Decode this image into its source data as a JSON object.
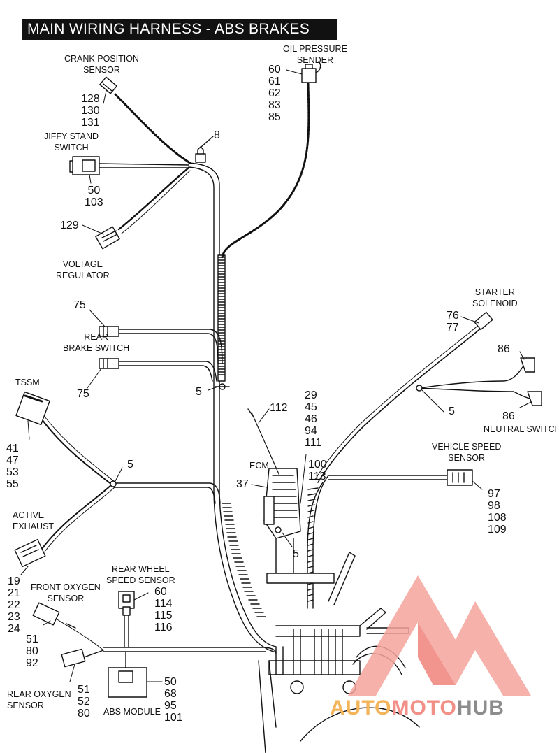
{
  "title": "MAIN WIRING HARNESS - ABS BRAKES",
  "labels": {
    "crank_position_sensor": [
      "CRANK POSITION",
      "SENSOR"
    ],
    "oil_pressure_sender": [
      "OIL PRESSURE",
      "SENDER"
    ],
    "jiffy_stand_switch": [
      "JIFFY STAND",
      "SWITCH"
    ],
    "voltage_regulator": [
      "VOLTAGE",
      "REGULATOR"
    ],
    "rear_brake_switch": [
      "REAR",
      "BRAKE SWITCH"
    ],
    "tssm": [
      "TSSM"
    ],
    "starter_solenoid": [
      "STARTER",
      "SOLENOID"
    ],
    "neutral_switch": [
      "NEUTRAL SWITCH"
    ],
    "vehicle_speed_sensor": [
      "VEHICLE SPEED",
      "SENSOR"
    ],
    "ecm": [
      "ECM"
    ],
    "active_exhaust": [
      "ACTIVE",
      "EXHAUST"
    ],
    "front_oxygen_sensor": [
      "FRONT OXYGEN",
      "SENSOR"
    ],
    "rear_wheel_speed_sensor": [
      "REAR WHEEL",
      "SPEED SENSOR"
    ],
    "rear_oxygen_sensor": [
      "REAR OXYGEN",
      "SENSOR"
    ],
    "abs_module": [
      "ABS MODULE"
    ]
  },
  "callouts": {
    "crank": [
      "128",
      "130",
      "131"
    ],
    "oil": [
      "60",
      "61",
      "62",
      "83",
      "85"
    ],
    "clip_top": [
      "8"
    ],
    "jiffy": [
      "50",
      "103"
    ],
    "voltage": [
      "129"
    ],
    "brake_upper": [
      "75"
    ],
    "brake_lower": [
      "75"
    ],
    "clip_mid": [
      "5"
    ],
    "tssm": [
      "41",
      "47",
      "53",
      "55"
    ],
    "clip_left": [
      "5"
    ],
    "starter": [
      "76",
      "77"
    ],
    "neutral_upper": [
      "86"
    ],
    "neutral_lower": [
      "86"
    ],
    "clip_right": [
      "5"
    ],
    "ecm_top": [
      "112"
    ],
    "ecm_list": [
      "29",
      "45",
      "46",
      "94",
      "111"
    ],
    "ecm_side": [
      "100",
      "113"
    ],
    "ecm_left": [
      "37"
    ],
    "clip_ecm": [
      "5"
    ],
    "vss": [
      "97",
      "98",
      "108",
      "109"
    ],
    "active_exhaust": [
      "19",
      "21",
      "22",
      "23",
      "24"
    ],
    "front_o2": [
      "51",
      "80",
      "92"
    ],
    "wheel_speed": [
      "60",
      "114",
      "115",
      "116"
    ],
    "rear_o2": [
      "51",
      "52",
      "80"
    ],
    "abs": [
      "50",
      "68",
      "95",
      "101"
    ]
  },
  "watermark": {
    "part1": "AUTO",
    "part2": "MOTO",
    "part3": "HUB"
  },
  "colors": {
    "ink": "#111111",
    "logo_red": "#f08a82",
    "logo_orange": "#f3b45a",
    "logo_grey": "#8c8c8c"
  }
}
